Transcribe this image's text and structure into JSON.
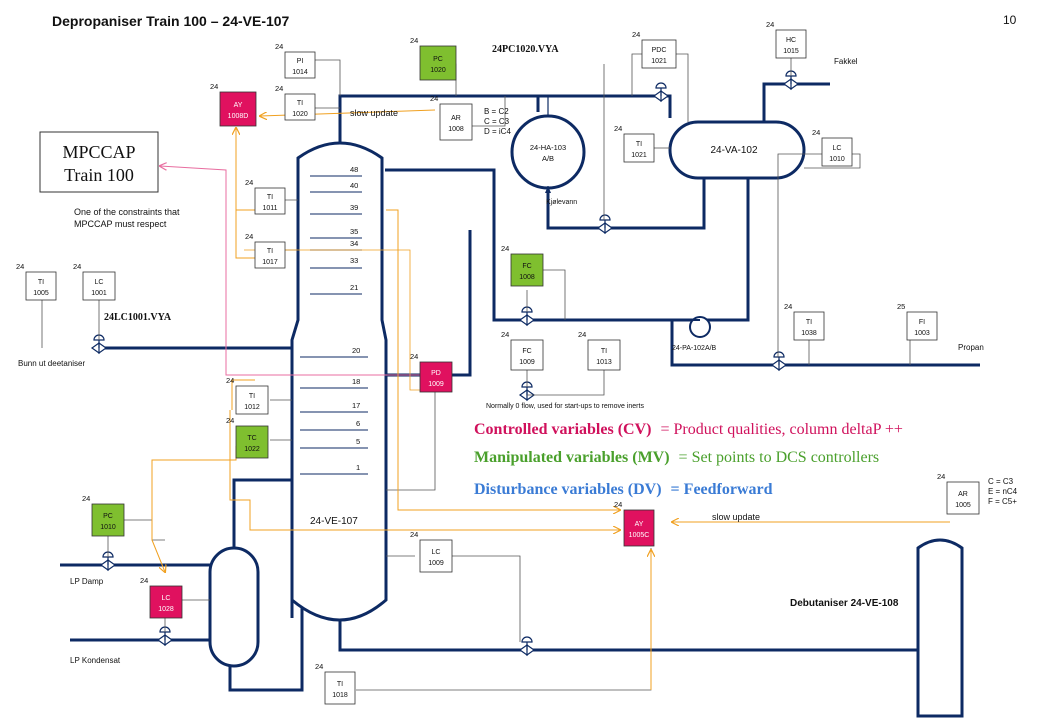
{
  "page": {
    "title": "Depropaniser Train 100 – 24-VE-107",
    "page_number": "10"
  },
  "mpccap": {
    "line1": "MPCCAP",
    "line2": "Train 100",
    "note1": "One of the constraints that",
    "note2": "MPCCAP must respect"
  },
  "signals": {
    "pc1020_vya": "24PC1020.VYA",
    "lc1001_vya": "24LC1001.VYA",
    "slow_update_top": "slow update",
    "slow_update_bottom": "slow update"
  },
  "equipment": {
    "column": "24-VE-107",
    "condenser_line1": "24-HA-103",
    "condenser_line2": "A/B",
    "coolant": "Kjølevann",
    "accumulator": "24-VA-102",
    "pump": "24-PA-102A/B",
    "debutaniser": "Debutaniser 24-VE-108"
  },
  "streams": {
    "flare": "Fakkel",
    "propane": "Propan",
    "bottom_feed": "Bunn ut deetaniser",
    "lp_steam": "LP Damp",
    "lp_condensate": "LP Kondensat",
    "inert_note": "Normally 0 flow, used for start-ups to remove inerts"
  },
  "analyser_ar1008": [
    "B = C2",
    "C = C3",
    "D = iC4"
  ],
  "analyser_ar1005": [
    "C = C3",
    "E = nC4",
    "F = C5+"
  ],
  "trays": [
    "48",
    "40",
    "39",
    "35",
    "34",
    "33",
    "21",
    "20",
    "18",
    "17",
    "6",
    "5",
    "1"
  ],
  "legend": {
    "cv_term": "Controlled variables (CV)",
    "cv_def": "= Product qualities, column deltaP ++",
    "mv_term": "Manipulated variables (MV)",
    "mv_def": "= Set points to DCS controllers",
    "dv_term": "Disturbance variables (DV)",
    "dv_def": "= Feedforward"
  },
  "instruments": [
    {
      "id": "pi1014",
      "area": "24",
      "l1": "PI",
      "l2": "1014",
      "style": "plain"
    },
    {
      "id": "ti1020",
      "area": "24",
      "l1": "TI",
      "l2": "1020",
      "style": "plain"
    },
    {
      "id": "ay1008d",
      "area": "24",
      "l1": "AY",
      "l2": "1008D",
      "style": "pink"
    },
    {
      "id": "pc1020",
      "area": "24",
      "l1": "PC",
      "l2": "1020",
      "style": "green"
    },
    {
      "id": "ar1008",
      "area": "24",
      "l1": "AR",
      "l2": "1008",
      "style": "plain"
    },
    {
      "id": "pdc1021",
      "area": "24",
      "l1": "PDC",
      "l2": "1021",
      "style": "plain"
    },
    {
      "id": "hc1015",
      "area": "24",
      "l1": "HC",
      "l2": "1015",
      "style": "plain"
    },
    {
      "id": "ti1021",
      "area": "24",
      "l1": "TI",
      "l2": "1021",
      "style": "plain"
    },
    {
      "id": "lc1010",
      "area": "24",
      "l1": "LC",
      "l2": "1010",
      "style": "plain"
    },
    {
      "id": "ti1011",
      "area": "24",
      "l1": "TI",
      "l2": "1011",
      "style": "plain"
    },
    {
      "id": "ti1017",
      "area": "24",
      "l1": "TI",
      "l2": "1017",
      "style": "plain"
    },
    {
      "id": "ti1005",
      "area": "24",
      "l1": "TI",
      "l2": "1005",
      "style": "plain"
    },
    {
      "id": "lc1001",
      "area": "24",
      "l1": "LC",
      "l2": "1001",
      "style": "plain"
    },
    {
      "id": "fc1008",
      "area": "24",
      "l1": "FC",
      "l2": "1008",
      "style": "green"
    },
    {
      "id": "ti1038",
      "area": "24",
      "l1": "TI",
      "l2": "1038",
      "style": "plain"
    },
    {
      "id": "fi1003",
      "area": "25",
      "l1": "FI",
      "l2": "1003",
      "style": "plain"
    },
    {
      "id": "fc1009",
      "area": "24",
      "l1": "FC",
      "l2": "1009",
      "style": "plain"
    },
    {
      "id": "ti1013",
      "area": "24",
      "l1": "TI",
      "l2": "1013",
      "style": "plain"
    },
    {
      "id": "pd1009",
      "area": "24",
      "l1": "PD",
      "l2": "1009",
      "style": "pink"
    },
    {
      "id": "ti1012",
      "area": "24",
      "l1": "TI",
      "l2": "1012",
      "style": "plain"
    },
    {
      "id": "tc1022",
      "area": "24",
      "l1": "TC",
      "l2": "1022",
      "style": "green"
    },
    {
      "id": "ar1005",
      "area": "24",
      "l1": "AR",
      "l2": "1005",
      "style": "plain"
    },
    {
      "id": "ay1005c",
      "area": "24",
      "l1": "AY",
      "l2": "1005C",
      "style": "pink"
    },
    {
      "id": "pc1010",
      "area": "24",
      "l1": "PC",
      "l2": "1010",
      "style": "green"
    },
    {
      "id": "lc1009",
      "area": "24",
      "l1": "LC",
      "l2": "1009",
      "style": "plain"
    },
    {
      "id": "lc1028",
      "area": "24",
      "l1": "LC",
      "l2": "1028",
      "style": "pink"
    },
    {
      "id": "ti1018",
      "area": "24",
      "l1": "TI",
      "l2": "1018",
      "style": "plain"
    }
  ],
  "colors": {
    "pipe": "#0d2a63",
    "instrument_line": "#444444",
    "green_box": "#7fbf2f",
    "pink_box": "#e0115f",
    "cv_text": "#d0115c",
    "mv_text": "#4aa02c",
    "dv_text": "#3a7bd5",
    "slow_update": "#f0a020",
    "pink_signal": "#e86ea0",
    "lc1001_text": "#3a7bd5"
  }
}
